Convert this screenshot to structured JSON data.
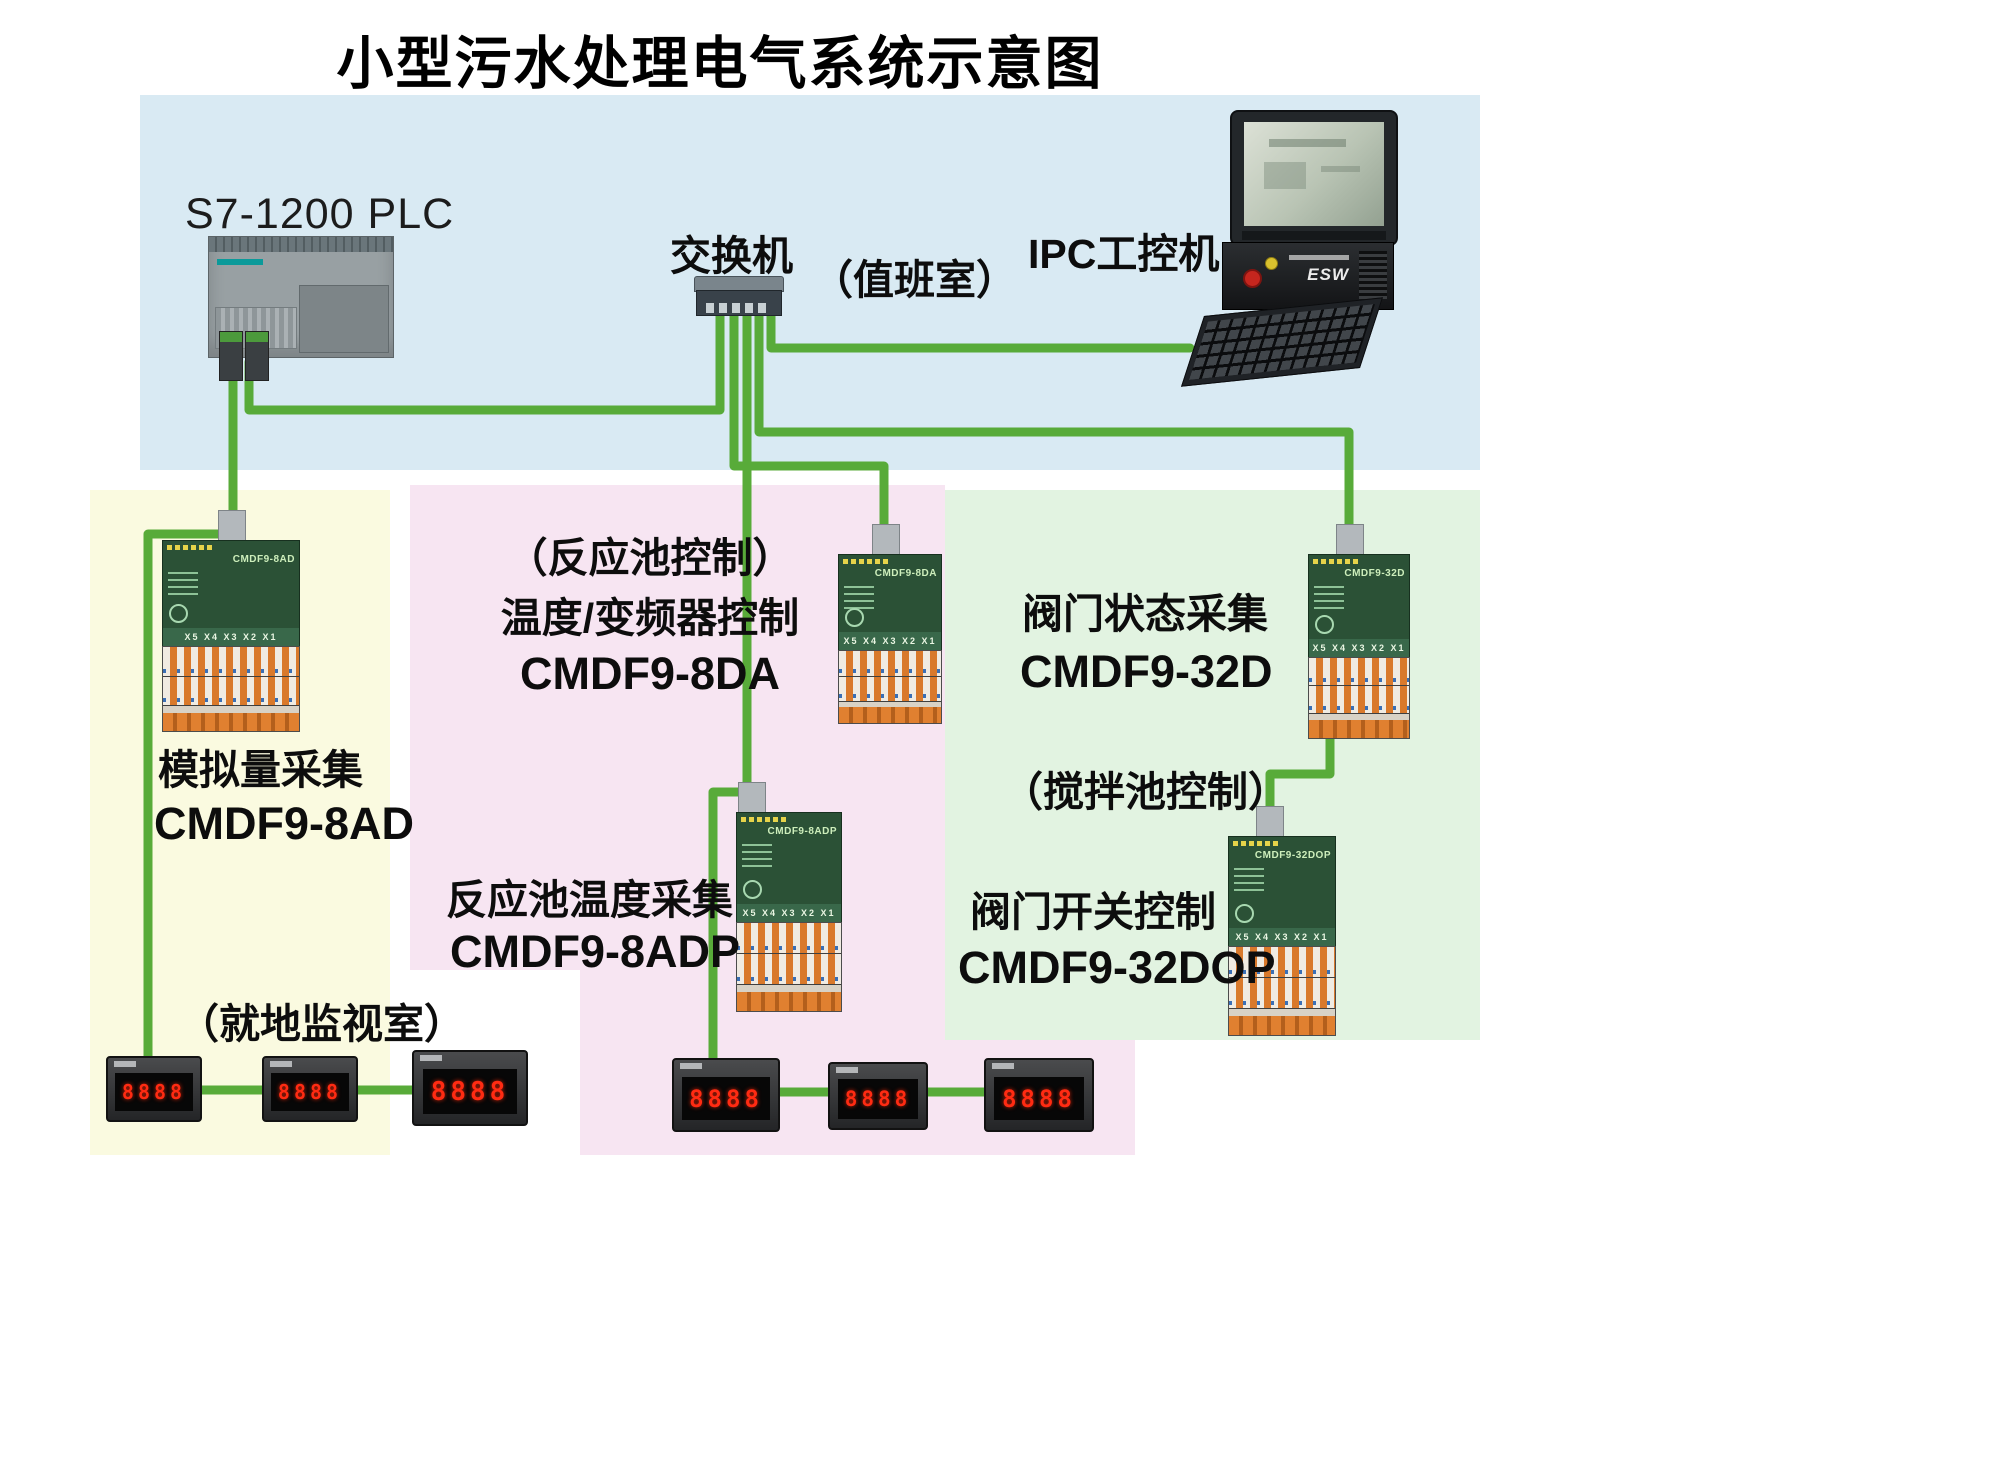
{
  "title": "小型污水处理电气系统示意图",
  "colors": {
    "top_panel": "#d9eaf3",
    "left_panel": "#fafae0",
    "middle_panel": "#f7e5f2",
    "right_panel": "#e2f3e1",
    "cable_green": "#58ab39",
    "module_green": "#2b5136",
    "meter_digit_red": "#ff2b12"
  },
  "top_section": {
    "plc_label": "S7-1200  PLC",
    "switch_label": "交换机",
    "duty_room_label": "（值班室）",
    "ipc_label": "IPC工控机"
  },
  "left_section": {
    "function_label": "模拟量采集",
    "model_label": "CMDF9-8AD",
    "room_label": "（就地监视室）"
  },
  "middle_section": {
    "ctrl_label": "（反应池控制）",
    "temp_vfd_label": "温度/变频器控制",
    "da_model_label": "CMDF9-8DA",
    "temp_acq_label": "反应池温度采集",
    "adp_model_label": "CMDF9-8ADP"
  },
  "right_section": {
    "valve_state_label": "阀门状态采集",
    "d32_model_label": "CMDF9-32D",
    "mixing_tank_label": "（搅拌池控制）",
    "valve_switch_label": "阀门开关控制",
    "dop32_model_label": "CMDF9-32DOP"
  },
  "modules": {
    "ports_label": "X5 X4 X3 X2 X1",
    "items": [
      {
        "face_label": "CMDF9-8AD"
      },
      {
        "face_label": "CMDF9-8DA"
      },
      {
        "face_label": "CMDF9-8ADP"
      },
      {
        "face_label": "CMDF9-32D"
      },
      {
        "face_label": "CMDF9-32DOP"
      }
    ]
  },
  "meter": {
    "display": "8888"
  },
  "ipc": {
    "chassis_label": "ESW"
  }
}
